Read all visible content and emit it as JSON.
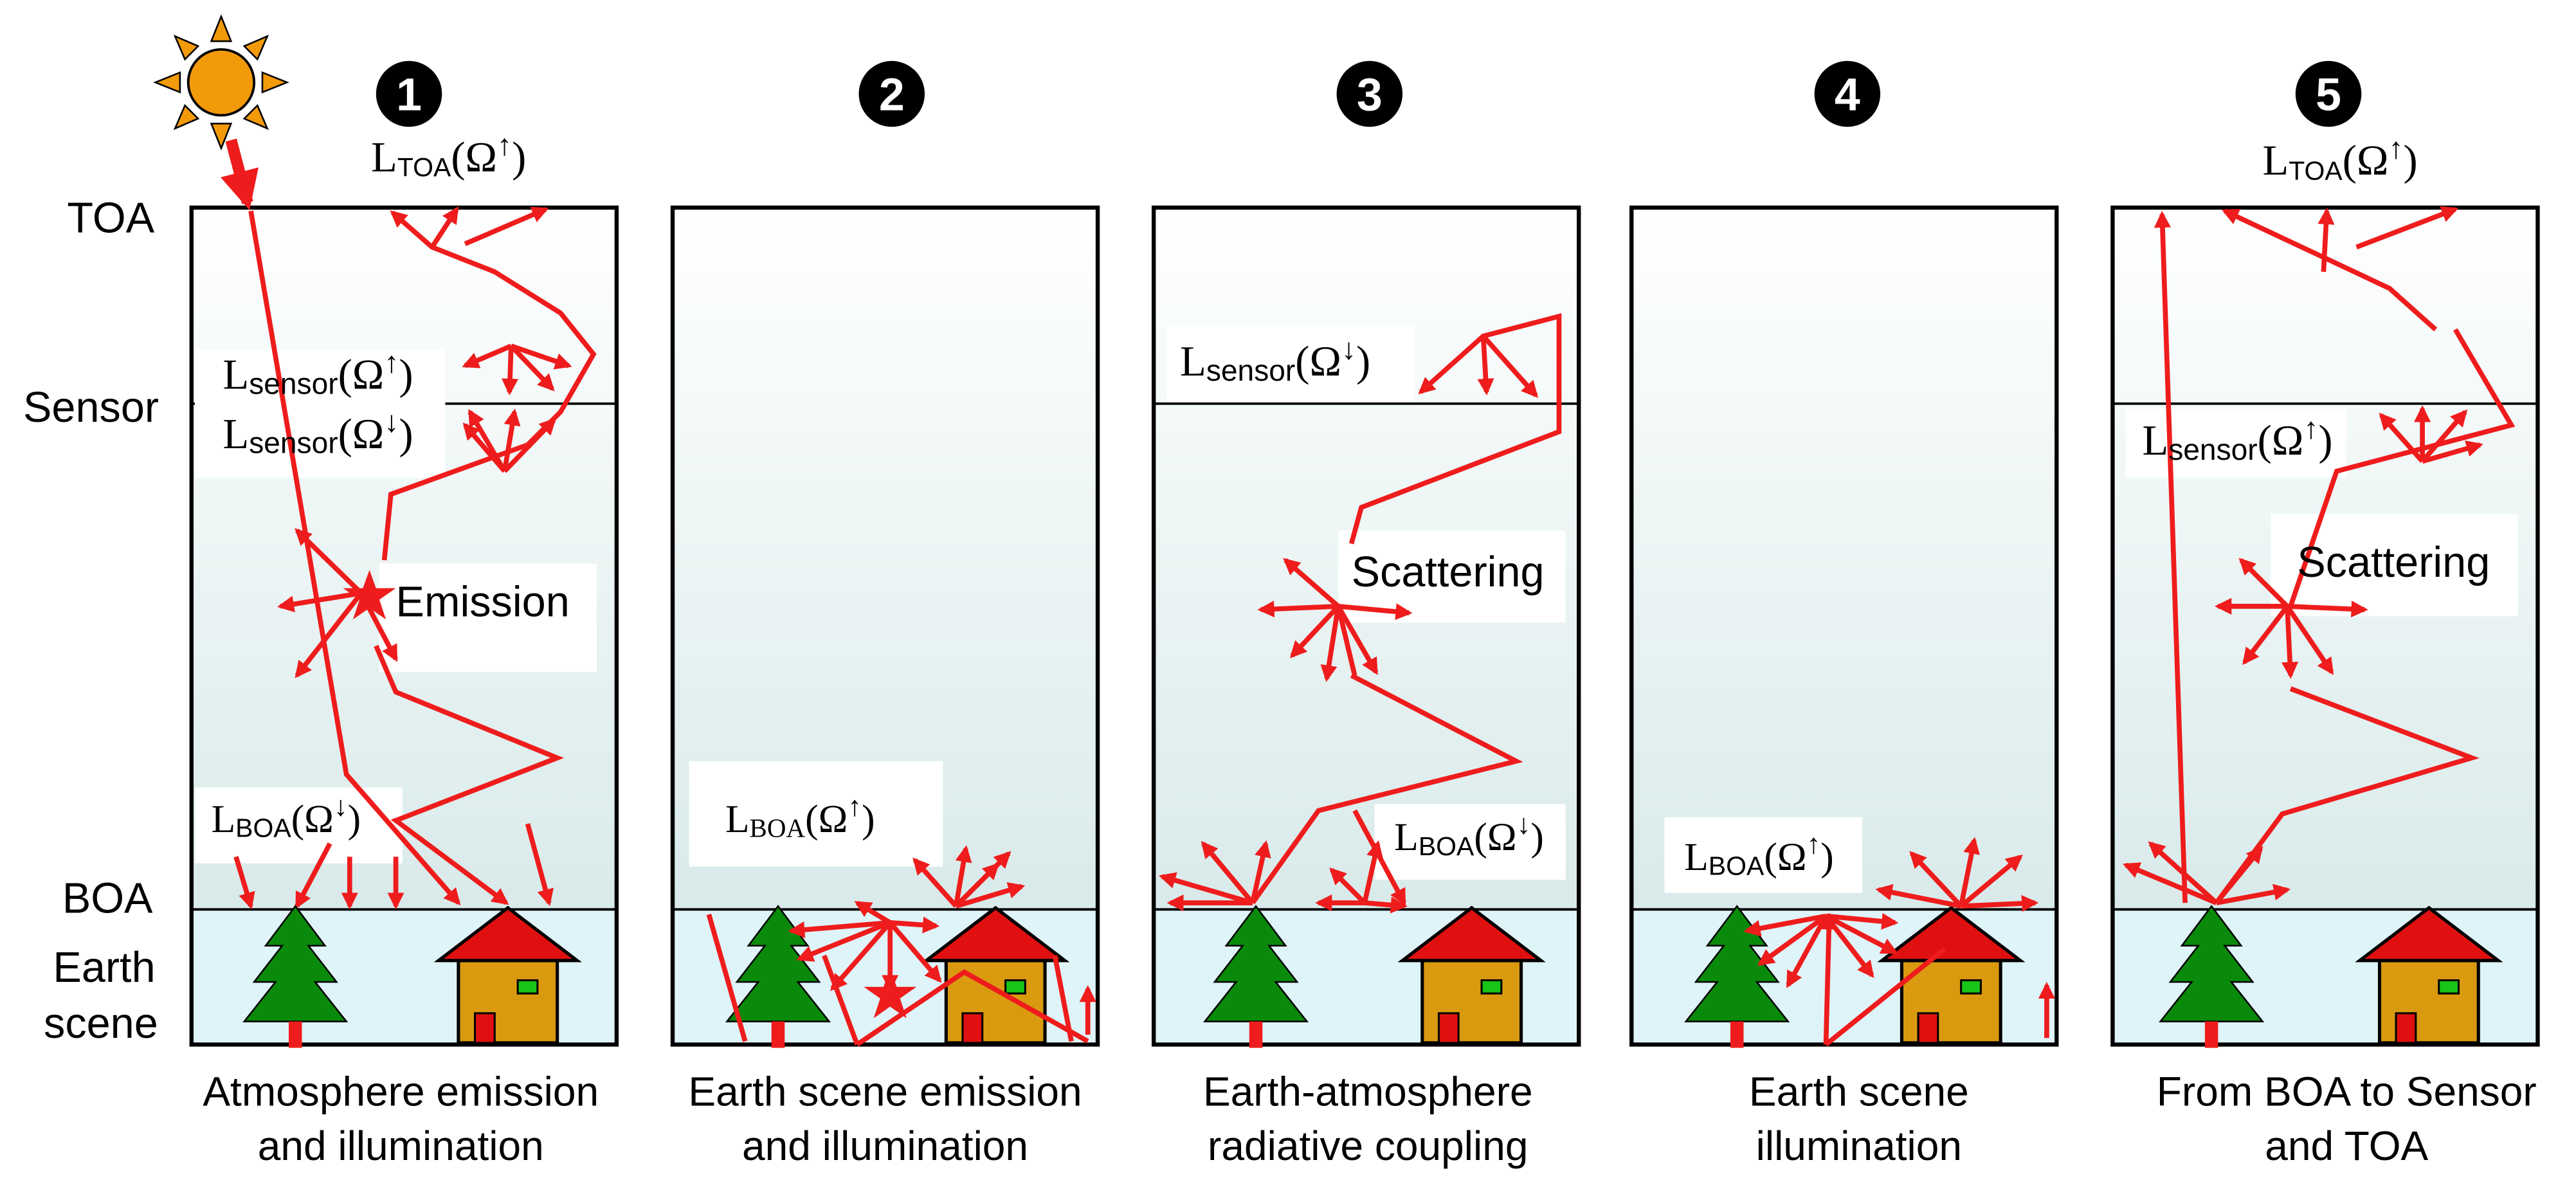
{
  "left_labels": {
    "toa": "TOA",
    "sensor": "Sensor",
    "boa": "BOA",
    "earth_line1": "Earth",
    "earth_line2": "scene"
  },
  "panel_numbers": [
    "1",
    "2",
    "3",
    "4",
    "5"
  ],
  "captions": [
    {
      "line1": "Atmosphere emission",
      "line2": "and illumination"
    },
    {
      "line1": "Earth scene emission",
      "line2": "and illumination"
    },
    {
      "line1": "Earth-atmosphere",
      "line2": "radiative coupling"
    },
    {
      "line1": "Earth scene",
      "line2": "illumination"
    },
    {
      "line1": "From BOA to Sensor",
      "line2": "and TOA"
    }
  ],
  "annotations": {
    "emission": "Emission",
    "scattering": "Scattering"
  },
  "radiance_labels": {
    "L": "L",
    "toa_sub": "TOA",
    "sensor_sub": "sensor",
    "boa_sub": "BOA",
    "omega": "Ω",
    "up": "↑",
    "down": "↓",
    "open": "(",
    "close": ")"
  },
  "colors": {
    "arrow": "#ee1c1c",
    "star": "#ee1c1c",
    "sun": "#f39a0a",
    "tree": "#0a8a0a",
    "house_wall": "#d99a10",
    "house_roof": "#e01010",
    "house_window": "#18c418",
    "atmosphere_top": "#ffffff",
    "atmosphere_bottom": "#d9eaea",
    "ground": "#dff4f8"
  }
}
